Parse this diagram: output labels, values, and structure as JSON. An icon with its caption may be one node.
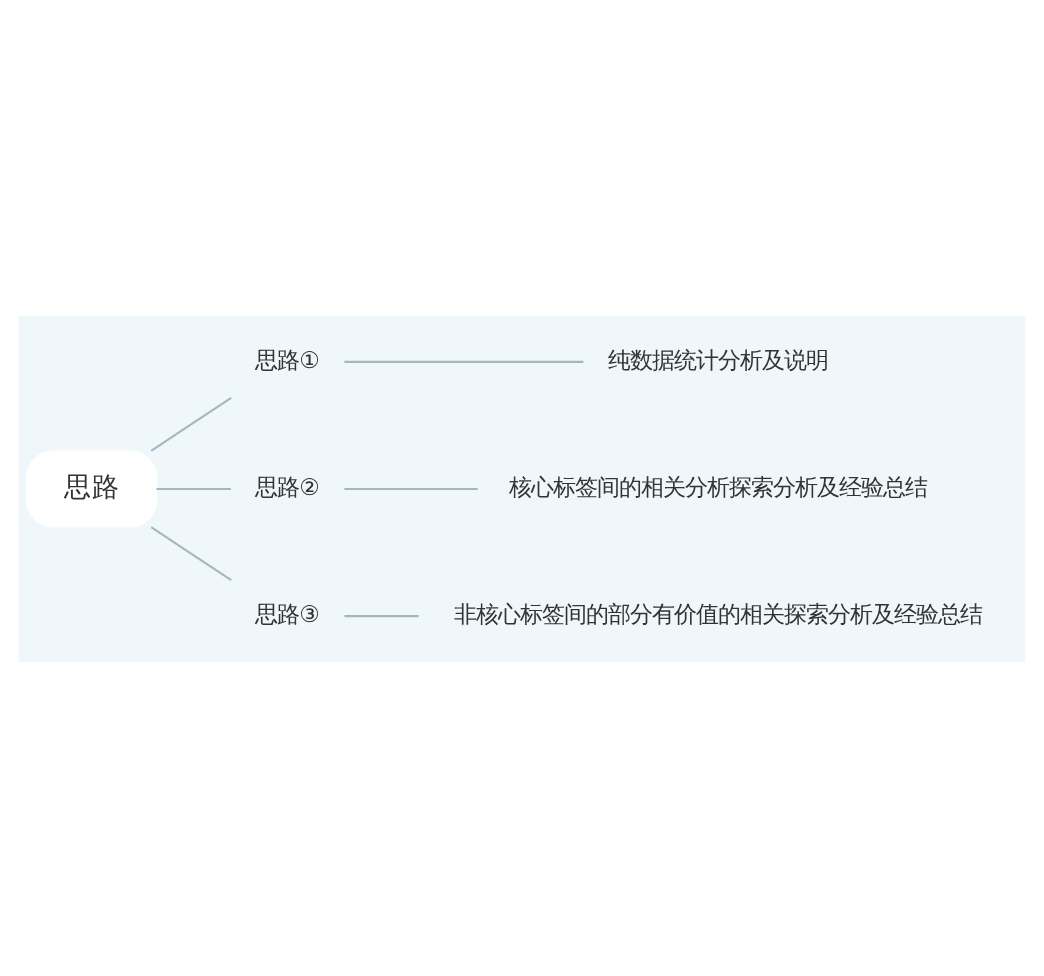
{
  "diagram": {
    "nodes": [
      {
        "text": [
          "思路"
        ]
      },
      {
        "text": [
          "思路①"
        ]
      },
      {
        "text": [
          "纯数据统计分析及说明"
        ]
      },
      {
        "text": [
          "思路②"
        ]
      },
      {
        "text": [
          "核心标签间的相关分析探索分析及经验总结"
        ]
      },
      {
        "text": [
          "思路③"
        ]
      },
      {
        "text": [
          "非核心标签间的部分有价值的相关探索分析及经验总结"
        ]
      }
    ],
    "edges": [
      {
        "from": 0,
        "to": 1,
        "arrow": "none"
      },
      {
        "from": 1,
        "to": 2,
        "arrow": "none"
      },
      {
        "from": 0,
        "to": 3,
        "arrow": "none"
      },
      {
        "from": 3,
        "to": 4,
        "arrow": "none"
      },
      {
        "from": 0,
        "to": 5,
        "arrow": "none"
      },
      {
        "from": 5,
        "to": 6,
        "arrow": "none"
      }
    ]
  }
}
